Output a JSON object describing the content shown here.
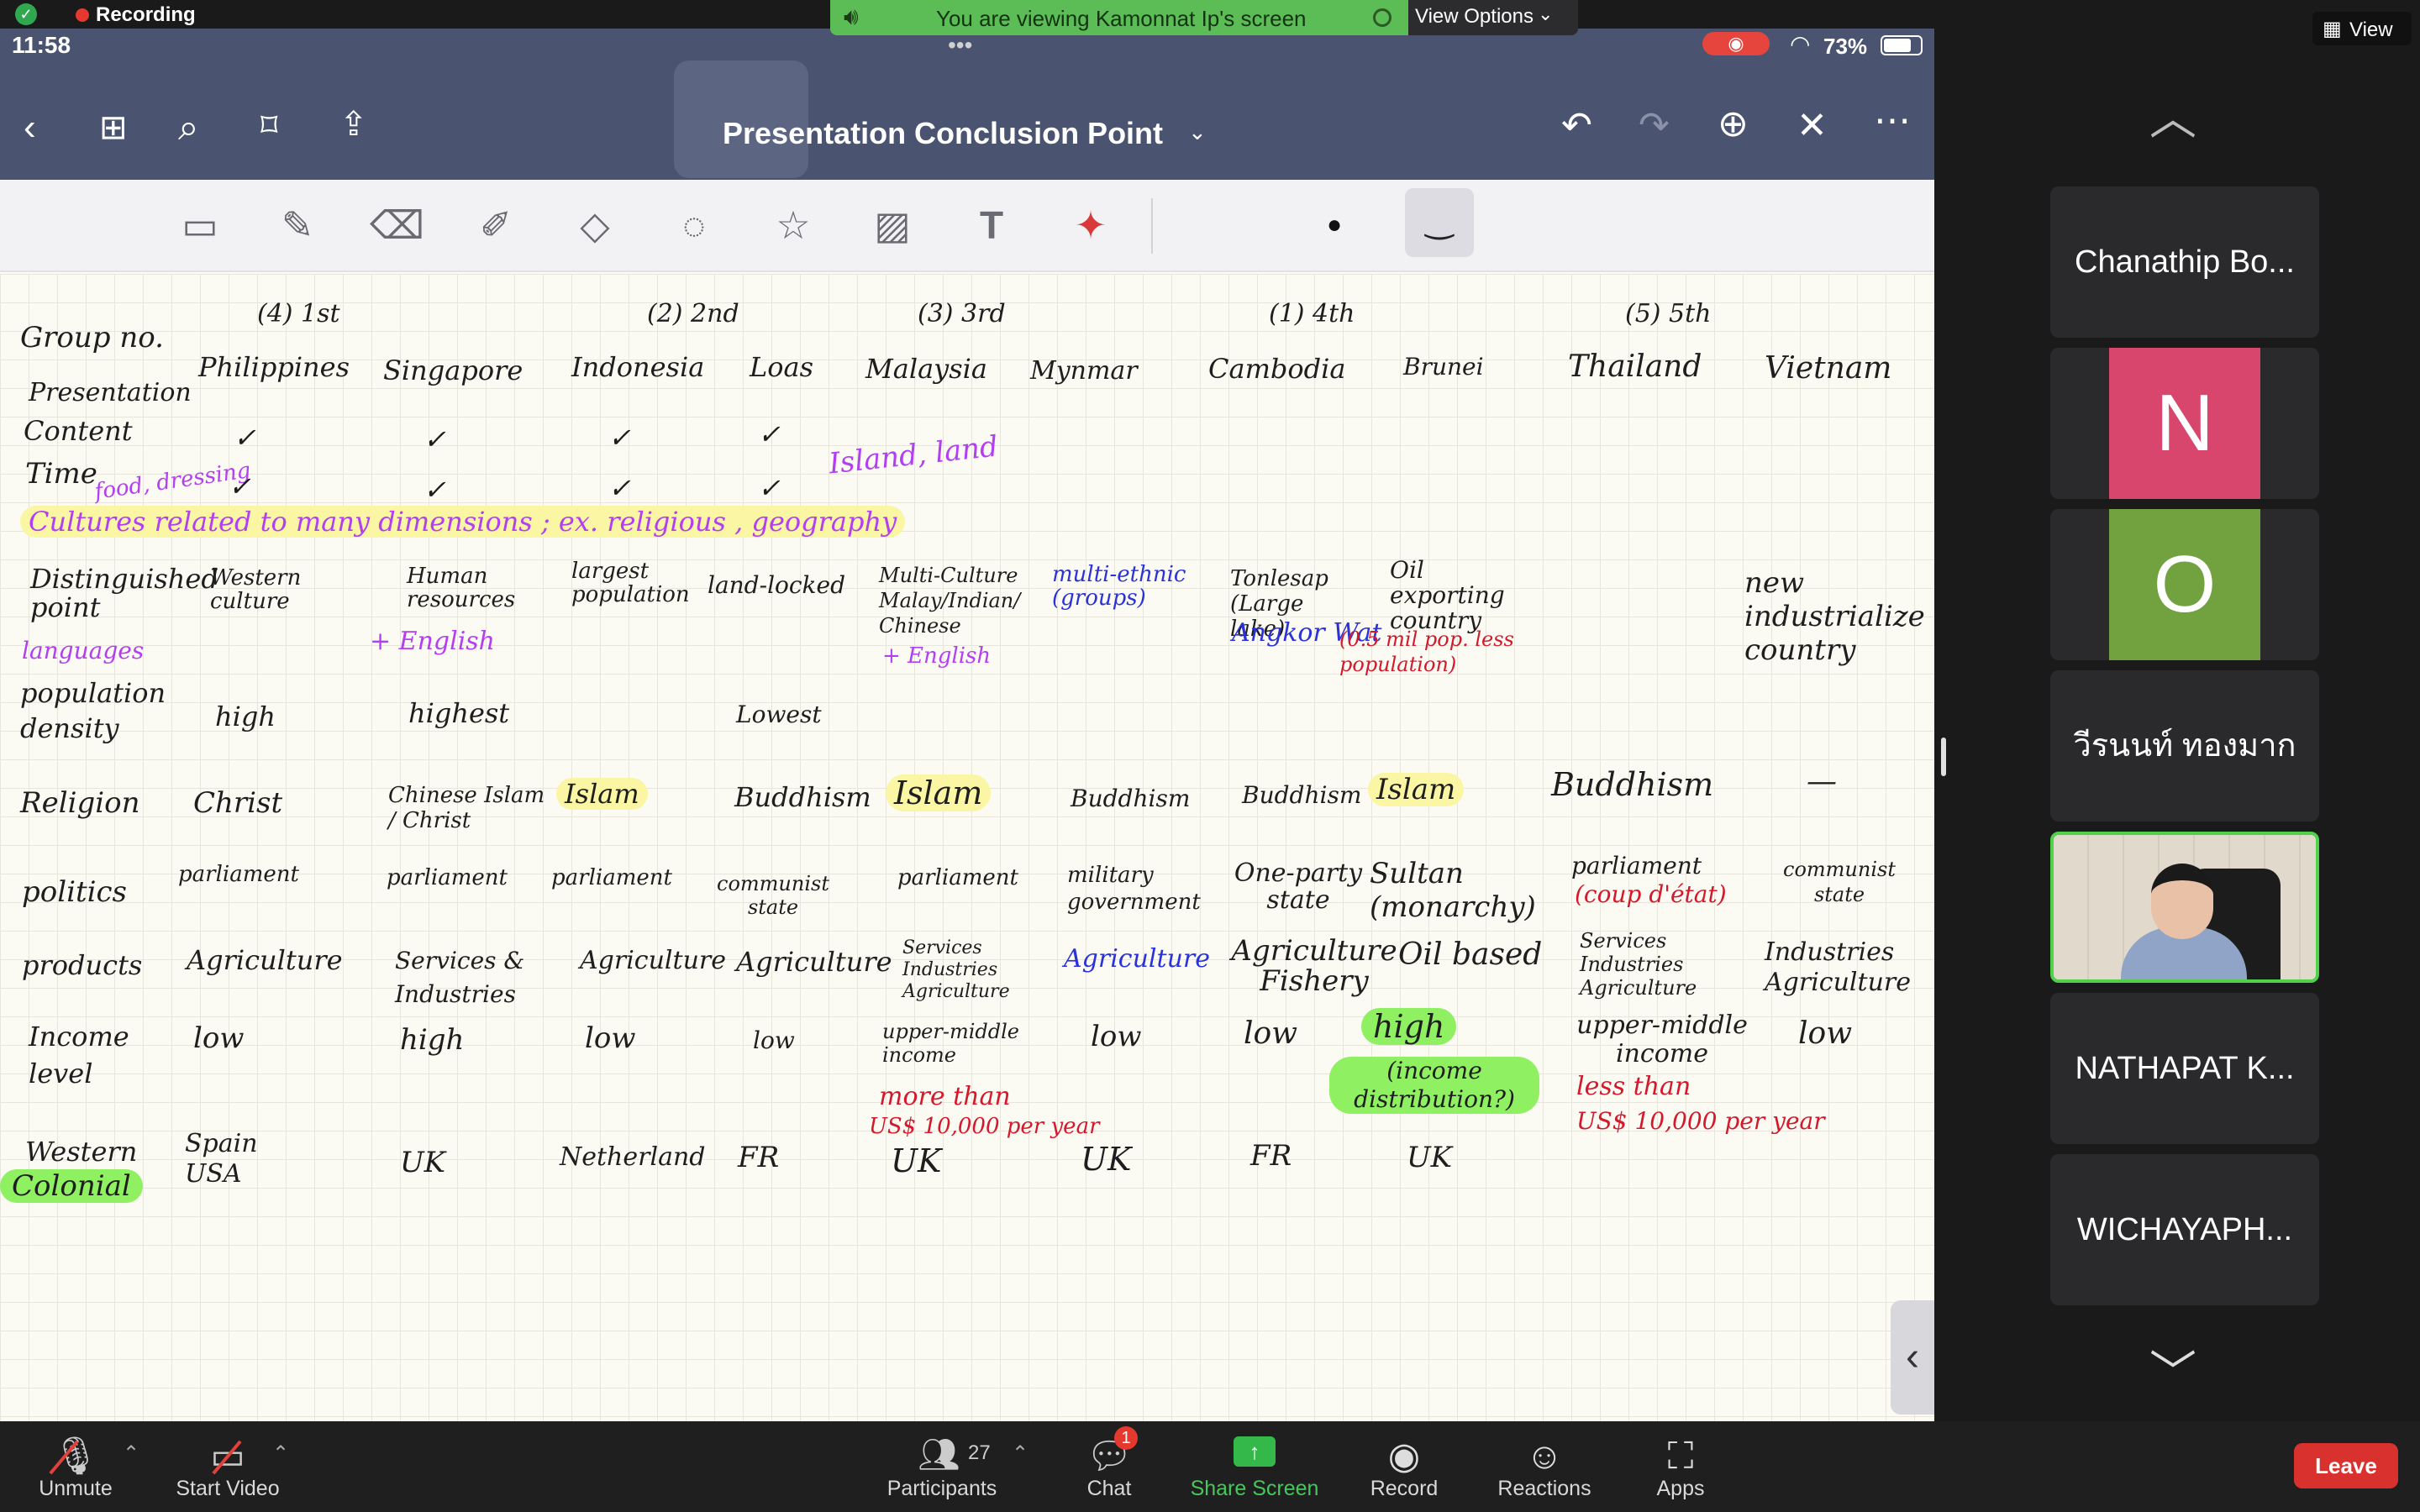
{
  "zoom": {
    "recording_label": "Recording",
    "banner_text": "You are viewing Kamonnat Ip's screen",
    "view_options": "View Options",
    "view_right": "View"
  },
  "ipad": {
    "time": "11:58",
    "battery": "73%",
    "doc_title": "Presentation Conclusion Point"
  },
  "notes": {
    "group_no": "Group no.",
    "ranks": {
      "philippines": "(4) 1st",
      "indonesia": "(2) 2nd",
      "malaysia": "(3) 3rd",
      "cambodia": "(1) 4th",
      "thailand": "(5) 5th"
    },
    "countries": [
      "Philippines",
      "Singapore",
      "Indonesia",
      "Loas",
      "Malaysia",
      "Mynmar",
      "Cambodia",
      "Brunei",
      "Thailand",
      "Vietnam"
    ],
    "rows": {
      "presentation": "Presentation",
      "content": "Content",
      "time": "Time",
      "food_dressing": "food, dressing",
      "cultures": "Cultures related to many dimensions ; ex. religious , geography",
      "island_land": "Island, land",
      "distinguished": "Distinguished point",
      "languages": "languages",
      "population": "population density",
      "religion": "Religion",
      "politics": "politics",
      "products": "products",
      "income": "Income level",
      "western": "Western",
      "colonial": "Colonial"
    },
    "check": "✓",
    "distinguished": {
      "philippines": "Western culture",
      "singapore": "Human resources",
      "singapore_english": "+ English",
      "indonesia": "largest population",
      "loas": "land-locked",
      "malaysia": "Multi-Culture Malay/Indian/ Chinese",
      "malaysia_english": "+ English",
      "mynmar": "multi-ethnic (groups)",
      "cambodia": "Tonlesap (Large lake)",
      "cambodia_angkor": "Angkor Wat",
      "brunei": "Oil exporting country",
      "brunei_pop": "(0.5 mil pop. less population)",
      "vietnam": "new industrialize country"
    },
    "population": {
      "philippines": "high",
      "singapore": "highest",
      "loas": "Lowest"
    },
    "religion": {
      "philippines": "Christ",
      "singapore": "Chinese Islam / Christ",
      "indonesia": "Islam",
      "loas": "Buddhism",
      "malaysia": "Islam",
      "mynmar": "Buddhism",
      "cambodia": "Buddhism",
      "brunei": "Islam",
      "thailand": "Buddhism",
      "vietnam": "—"
    },
    "politics": {
      "philippines": "parliament",
      "singapore": "parliament",
      "indonesia": "parliament",
      "loas": "communist state",
      "malaysia": "parliament",
      "mynmar": "military government",
      "cambodia": "One-party state",
      "brunei": "Sultan (monarchy)",
      "thailand": "parliament",
      "thailand_coup": "(coup d'état)",
      "vietnam": "communist state"
    },
    "products": {
      "philippines": "Agriculture",
      "singapore": "Services & Industries",
      "indonesia": "Agriculture",
      "loas": "Agriculture",
      "malaysia": "Services Industries Agriculture",
      "mynmar": "Agriculture",
      "cambodia": "Agriculture Fishery",
      "brunei": "Oil based",
      "thailand": "Services Industries Agriculture",
      "vietnam": "Industries Agriculture"
    },
    "income": {
      "philippines": "low",
      "singapore": "high",
      "indonesia": "low",
      "loas": "low",
      "malaysia": "upper-middle income",
      "malaysia_more": "more than",
      "malaysia_usd": "US$ 10,000 per year",
      "mynmar": "low",
      "cambodia": "low",
      "brunei": "high",
      "brunei_dist": "(income distribution?)",
      "thailand": "upper-middle income",
      "thailand_less": "less than",
      "thailand_usd": "US$ 10,000 per year",
      "vietnam": "low"
    },
    "colonial": {
      "philippines": "Spain USA",
      "singapore": "UK",
      "indonesia": "Netherland",
      "loas": "FR",
      "malaysia": "UK",
      "mynmar": "UK",
      "cambodia": "FR",
      "brunei": "UK"
    }
  },
  "participants_gallery": [
    {
      "name": "Chanathip Bo..."
    },
    {
      "initial": "N",
      "color": "#d8466e"
    },
    {
      "initial": "O",
      "color": "#72a13f"
    },
    {
      "name": "วีรนนท์ ทองมาก"
    },
    {
      "name": "video"
    },
    {
      "name": "NATHAPAT K..."
    },
    {
      "name": "WICHAYAPH..."
    }
  ],
  "bottombar": {
    "unmute": "Unmute",
    "start_video": "Start Video",
    "participants": "Participants",
    "participants_count": "27",
    "chat": "Chat",
    "chat_badge": "1",
    "share_screen": "Share Screen",
    "record": "Record",
    "reactions": "Reactions",
    "apps": "Apps",
    "leave": "Leave"
  }
}
